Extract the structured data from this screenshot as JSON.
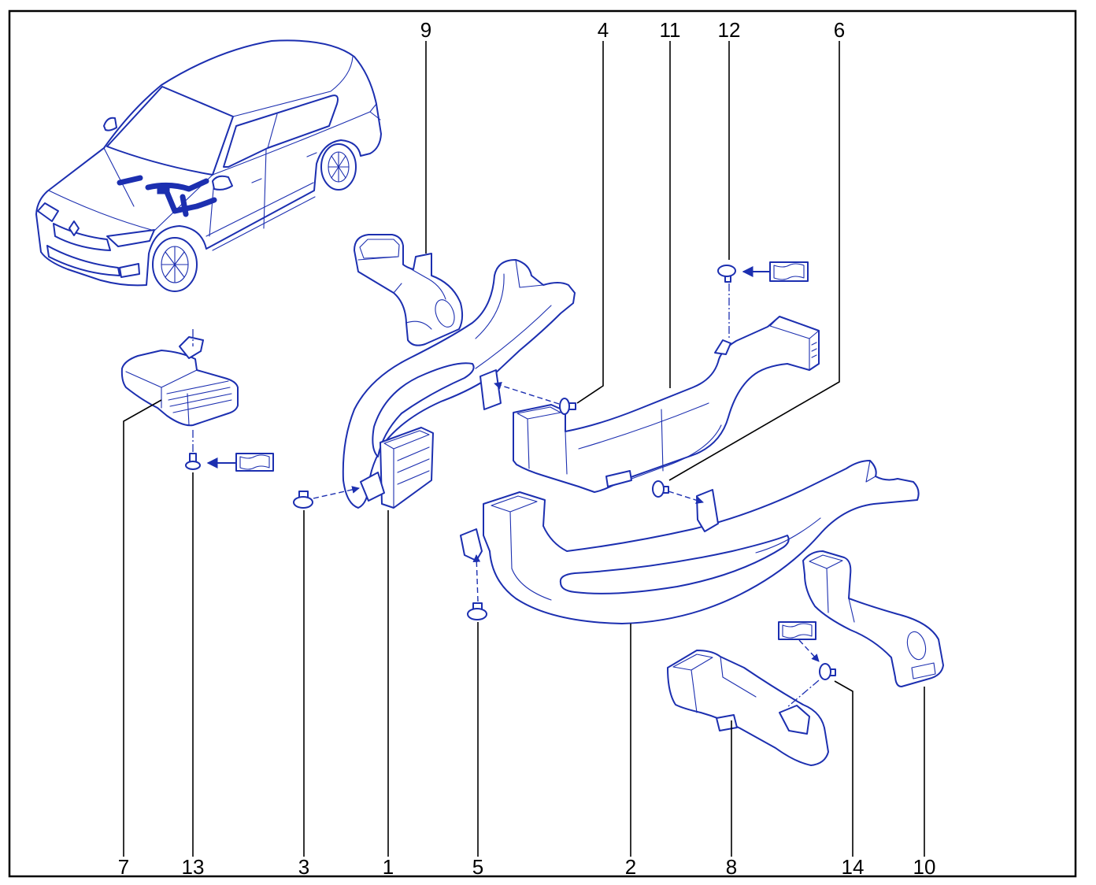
{
  "colors": {
    "line_art": "#1c2fb0",
    "leader": "#000000",
    "frame": "#000000"
  },
  "callouts": {
    "top": [
      "9",
      "4",
      "11",
      "12",
      "6"
    ],
    "bottom": [
      "7",
      "13",
      "3",
      "1",
      "5",
      "2",
      "8",
      "14",
      "10"
    ]
  }
}
